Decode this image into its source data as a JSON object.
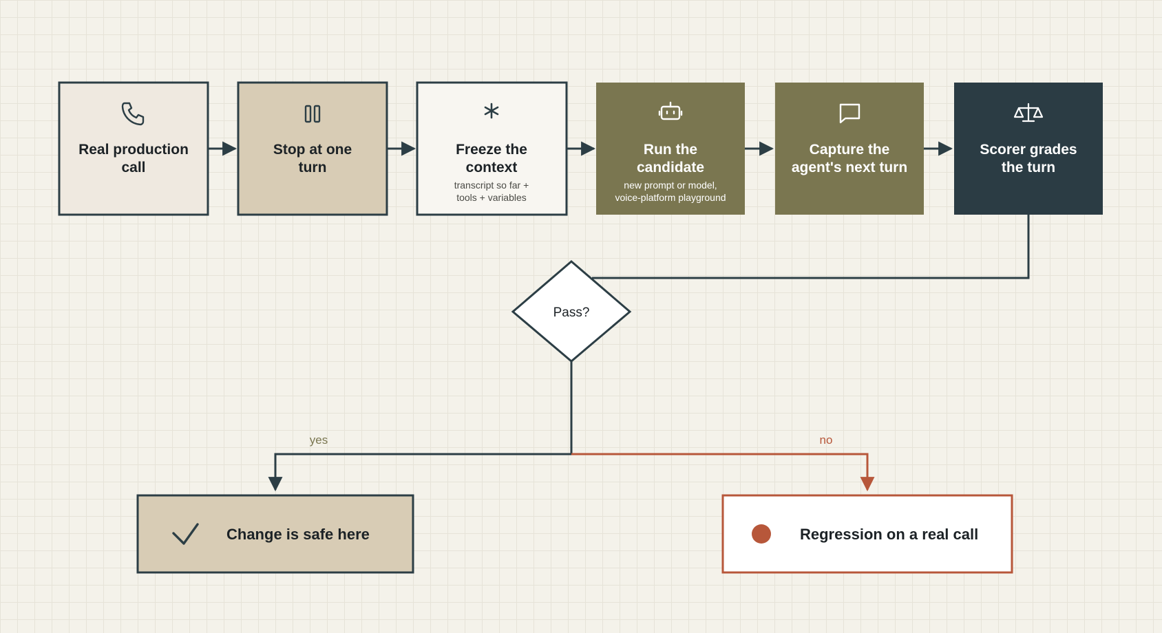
{
  "colors": {
    "background": "#f4f2ea",
    "outline_dark": "#2c3e45",
    "box_light": "#efe9e0",
    "box_tan": "#d8ccb5",
    "box_white": "#f8f6f1",
    "box_olive": "#7a7650",
    "box_navy": "#2b3c44",
    "accent_orange": "#b7573a",
    "yes_label": "#7a7650"
  },
  "steps": [
    {
      "title_line1": "Real production",
      "title_line2": "call",
      "icon": "phone-icon"
    },
    {
      "title_line1": "Stop at one",
      "title_line2": "turn",
      "icon": "pause-icon"
    },
    {
      "title_line1": "Freeze the",
      "title_line2": "context",
      "sub_line1": "transcript so far +",
      "sub_line2": "tools + variables",
      "icon": "asterisk-icon"
    },
    {
      "title_line1": "Run the",
      "title_line2": "candidate",
      "sub_line1": "new prompt or model,",
      "sub_line2": "voice-platform playground",
      "icon": "robot-icon"
    },
    {
      "title_line1": "Capture the",
      "title_line2": "agent's next turn",
      "icon": "chat-bubble-icon"
    },
    {
      "title_line1": "Scorer grades",
      "title_line2": "the turn",
      "icon": "scale-icon"
    }
  ],
  "decision": {
    "label": "Pass?"
  },
  "branches": {
    "yes_label": "yes",
    "no_label": "no"
  },
  "outcomes": {
    "safe": {
      "label": "Change is safe here",
      "icon": "checkmark-icon"
    },
    "regression": {
      "label": "Regression on a real call",
      "icon": "dot-icon"
    }
  }
}
